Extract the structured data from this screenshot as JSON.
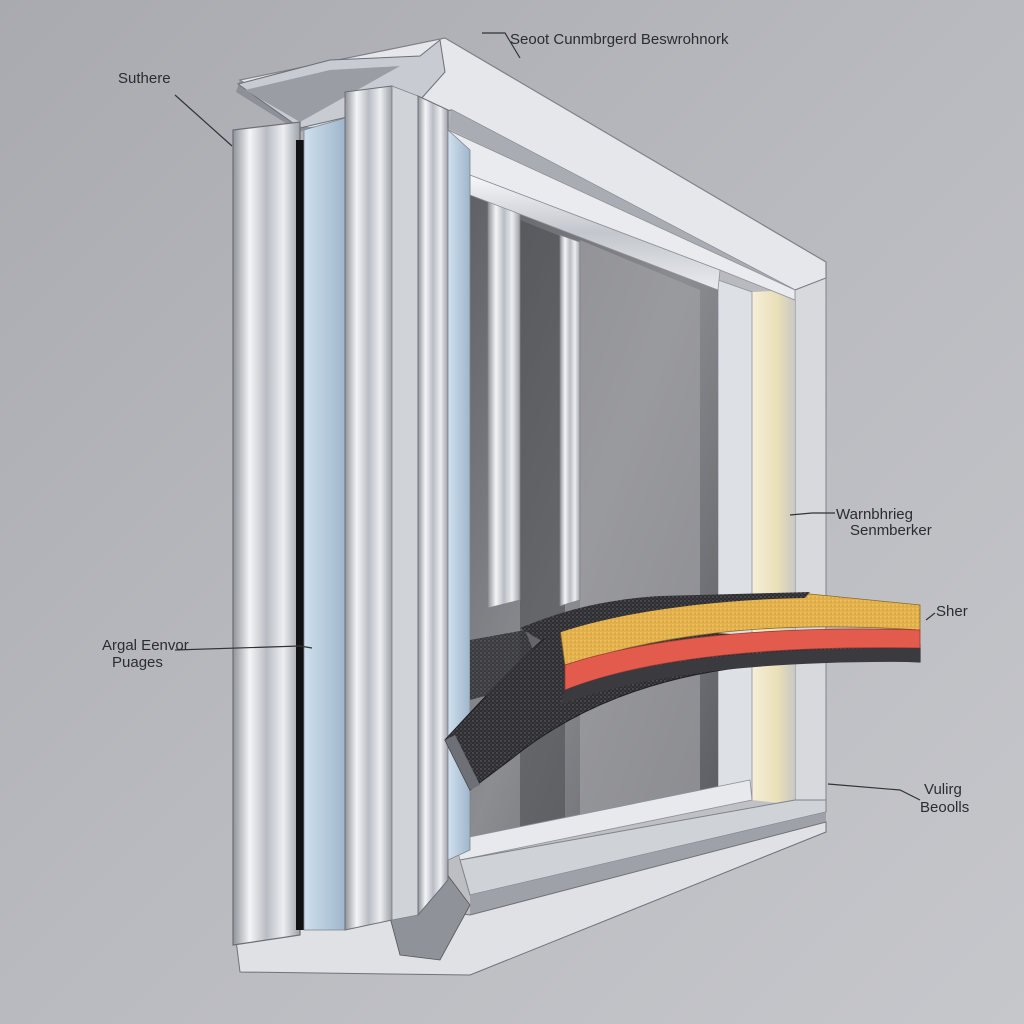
{
  "labels": {
    "top": "Seoot Cunmbrgerd Beswrohnork",
    "top_left": "Suthere",
    "left_1": "Argal Eenvor",
    "left_2": "Puages",
    "right_mid_1": "Warnbhrieg",
    "right_mid_2": "Senmberker",
    "right_sheet": "Sher",
    "right_low_1": "Vulirg",
    "right_low_2": "Beoolls"
  },
  "colors": {
    "background": "#b4b5ba",
    "frame_light": "#eef0f3",
    "frame_mid": "#c9ccd2",
    "frame_dark": "#8e9198",
    "glass": "#7b7c80",
    "insulation_yellow": "#e8b64e",
    "insulation_red": "#e0594c",
    "foam_dark": "#2f2f33",
    "leader": "#333333"
  }
}
